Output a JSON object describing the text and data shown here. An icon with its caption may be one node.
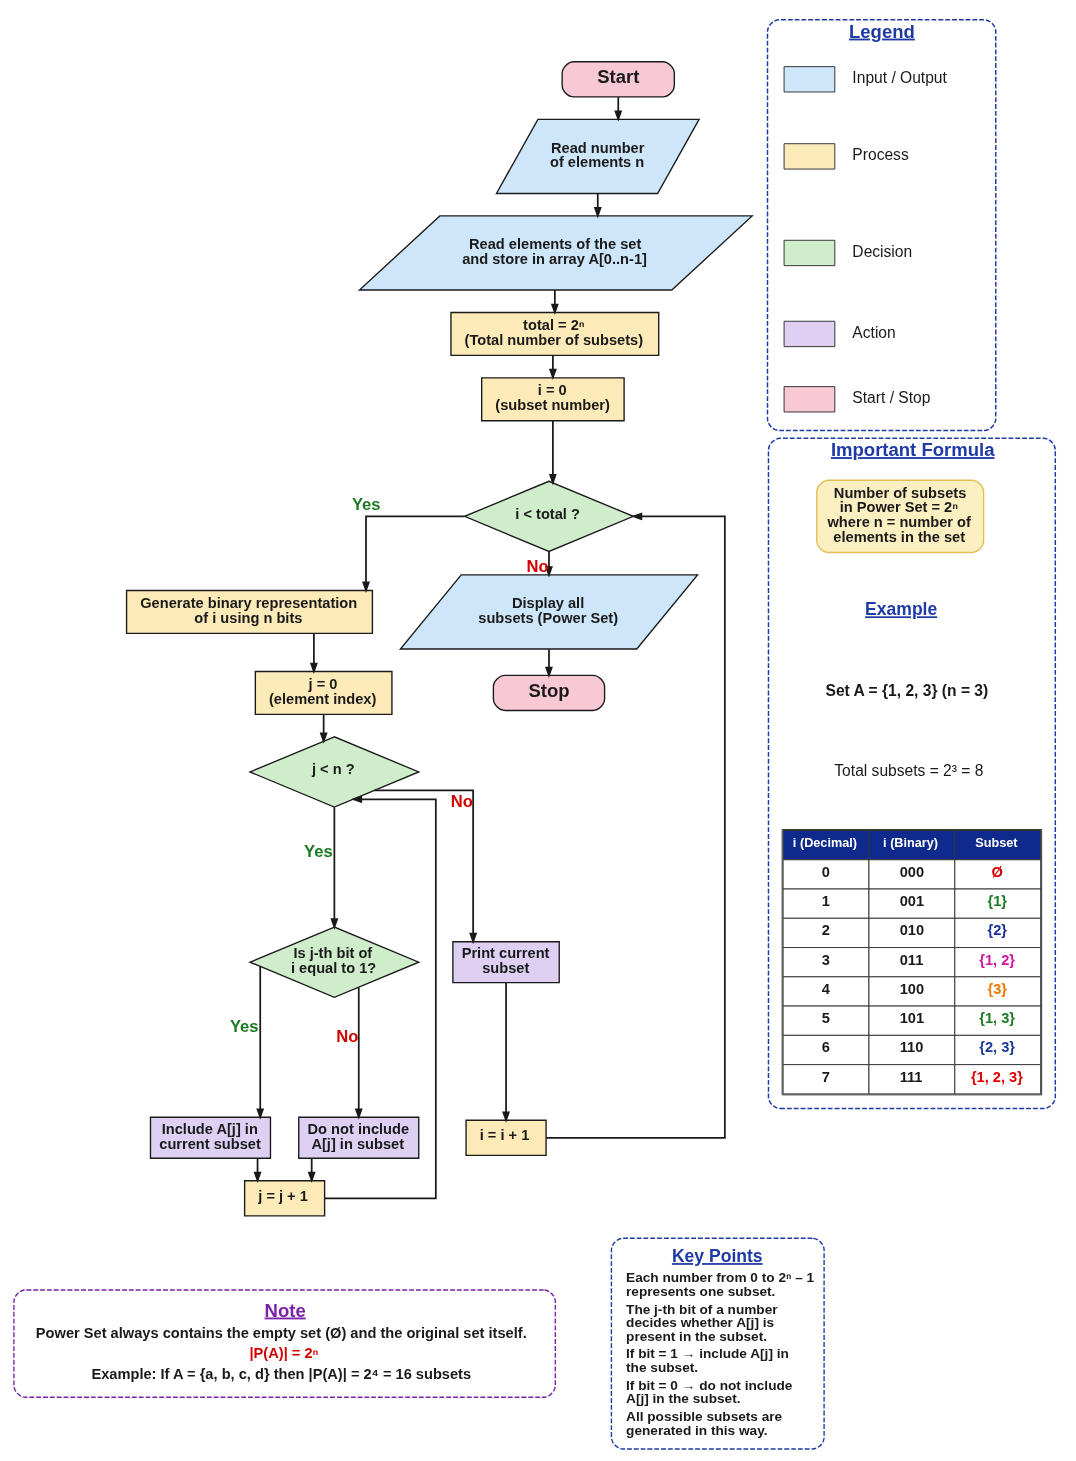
{
  "diagram": {
    "nodes": [
      {
        "text": [
          "Start"
        ]
      },
      {
        "text": [
          "Read number of elements n"
        ]
      },
      {
        "text": [
          "Read elements of the set and store in array A[0..n-1]"
        ]
      },
      {
        "text": [
          "total = 2ⁿ",
          "(Total number of subsets)"
        ]
      },
      {
        "text": [
          "i = 0",
          "(subset number)"
        ]
      },
      {
        "text": [
          "i < total ?"
        ]
      },
      {
        "text": [
          "Generate binary representation of i using n bits"
        ]
      },
      {
        "text": [
          "Display all subsets (Power Set)"
        ]
      },
      {
        "text": [
          "Stop"
        ]
      },
      {
        "text": [
          "j = 0",
          "(element index)"
        ]
      },
      {
        "text": [
          "j < n ?"
        ]
      },
      {
        "text": [
          "Is j-th bit of i equal to 1?"
        ]
      },
      {
        "text": [
          "Print current subset"
        ]
      },
      {
        "text": [
          "Include A[j] in current subset"
        ]
      },
      {
        "text": [
          "Do not include A[j] in subset"
        ]
      },
      {
        "text": [
          "i = i + 1"
        ]
      },
      {
        "text": [
          "j = j + 1"
        ]
      },
      {
        "text": [
          "Legend"
        ]
      },
      {
        "text": [
          "Important Formula"
        ]
      },
      {
        "text": [
          "Number of subsets in Power Set = 2ⁿ",
          "where n = number of elements in the set"
        ],
        "in": 18
      },
      {
        "text": [
          "Key Points",
          "Each number from 0 to 2ⁿ – 1 represents one subset.",
          "The j-th bit of a number decides whether A[j] is present in the subset.",
          "If bit = 1 → include A[j] in the subset.",
          "If bit = 0 → do not include A[j] in the subset.",
          "All possible subsets are generated in this way."
        ]
      },
      {
        "text": [
          "Note",
          "Power Set always contains the empty set (Ø) and the original set itself.",
          "|P(A)| = 2ⁿ",
          "Example: If A = {a, b, c, d} then |P(A)| = 2⁴ = 16 subsets"
        ]
      }
    ],
    "edges": [
      {
        "from": 0,
        "to": 1,
        "arrow": "to"
      },
      {
        "from": 1,
        "to": 2,
        "arrow": "to"
      },
      {
        "from": 2,
        "to": 3,
        "arrow": "to"
      },
      {
        "from": 3,
        "to": 4,
        "arrow": "to"
      },
      {
        "from": 4,
        "to": 5,
        "arrow": "to"
      },
      {
        "from": 5,
        "to": 6,
        "arrow": "to",
        "label": "Yes"
      },
      {
        "from": 5,
        "to": 7,
        "arrow": "to",
        "label": "No"
      },
      {
        "from": 7,
        "to": 8,
        "arrow": "to"
      },
      {
        "from": 6,
        "to": 9,
        "arrow": "to"
      },
      {
        "from": 9,
        "to": 10,
        "arrow": "to"
      },
      {
        "from": 10,
        "to": 11,
        "arrow": "to",
        "label": "Yes"
      },
      {
        "from": 10,
        "to": 12,
        "arrow": "to",
        "label": "No"
      },
      {
        "from": 11,
        "to": 13,
        "arrow": "to",
        "label": "Yes"
      },
      {
        "from": 11,
        "to": 14,
        "arrow": "to",
        "label": "No"
      },
      {
        "from": 13,
        "to": 16,
        "arrow": "to"
      },
      {
        "from": 14,
        "to": 16,
        "arrow": "to"
      },
      {
        "from": 16,
        "to": 10,
        "arrow": "to"
      },
      {
        "from": 12,
        "to": 15,
        "arrow": "to"
      },
      {
        "from": 15,
        "to": 5,
        "arrow": "to"
      }
    ],
    "labels": [
      "Example",
      "Set A = {1, 2, 3} (n = 3)",
      "Total subsets = 2³ = 8",
      "i (Decimal)",
      "i (Binary)",
      "Subset",
      "0",
      "000",
      "Ø",
      "1",
      "001",
      "{1}",
      "2",
      "010",
      "{2}",
      "3",
      "011",
      "{1, 2}",
      "4",
      "100",
      "{3}",
      "5",
      "101",
      "{1, 3}",
      "6",
      "110",
      "{2, 3}",
      "7",
      "111",
      "{1, 2, 3}"
    ],
    "legend": [
      {
        "text": "Input / Output",
        "color": "#cde6f9"
      },
      {
        "text": "Process",
        "color": "#fcebb8"
      },
      {
        "text": "Decision",
        "color": "#cfeccb"
      },
      {
        "text": "Action",
        "color": "#ddd0f3"
      },
      {
        "text": "Start / Stop",
        "color": "#f9c8d5"
      }
    ]
  }
}
